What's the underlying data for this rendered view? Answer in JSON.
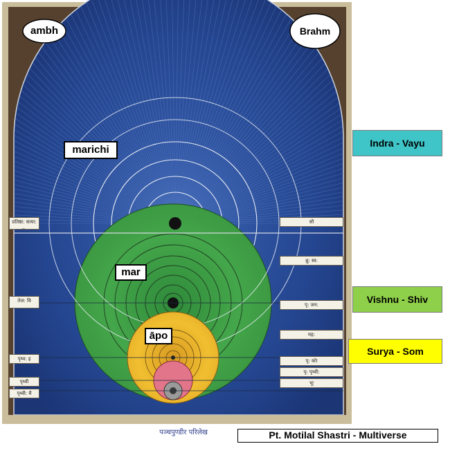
{
  "labels": {
    "corner_left": "ambh",
    "corner_right": "Brahm",
    "marichi": "marichi",
    "mar": "mar",
    "apo": "āpo",
    "caption_main": "Pt. Motilal Shastri - Multiverse",
    "caption_bottom_native": "पञ्चपुण्डीर परिलेख"
  },
  "side_labels": [
    {
      "text": "Indra - Vayu",
      "color": "#3fc5c8"
    },
    {
      "text": "Vishnu - Shiv",
      "color": "#8fd04a"
    },
    {
      "text": "Surya - Som",
      "color": "#ffff00"
    }
  ],
  "colors": {
    "frame_brown": "#56412e",
    "sky_blue": "#23428a",
    "green": "#3f9e45",
    "yellow": "#eab42a",
    "pink": "#e3758a"
  },
  "left_margin_notes": [
    "प्रतिष्ठा: सत्या: ब:",
    "तेज: वि",
    "पृथ्व: इ",
    "पृथ्वी",
    "पृथ्वी: मै"
  ],
  "right_margin_notes": [
    "सौ",
    "ध्रु: स्व:",
    "पृ: जन:",
    "मह:",
    "पृ: कोः",
    "पृ: पृथ्वी:",
    "भूः"
  ]
}
